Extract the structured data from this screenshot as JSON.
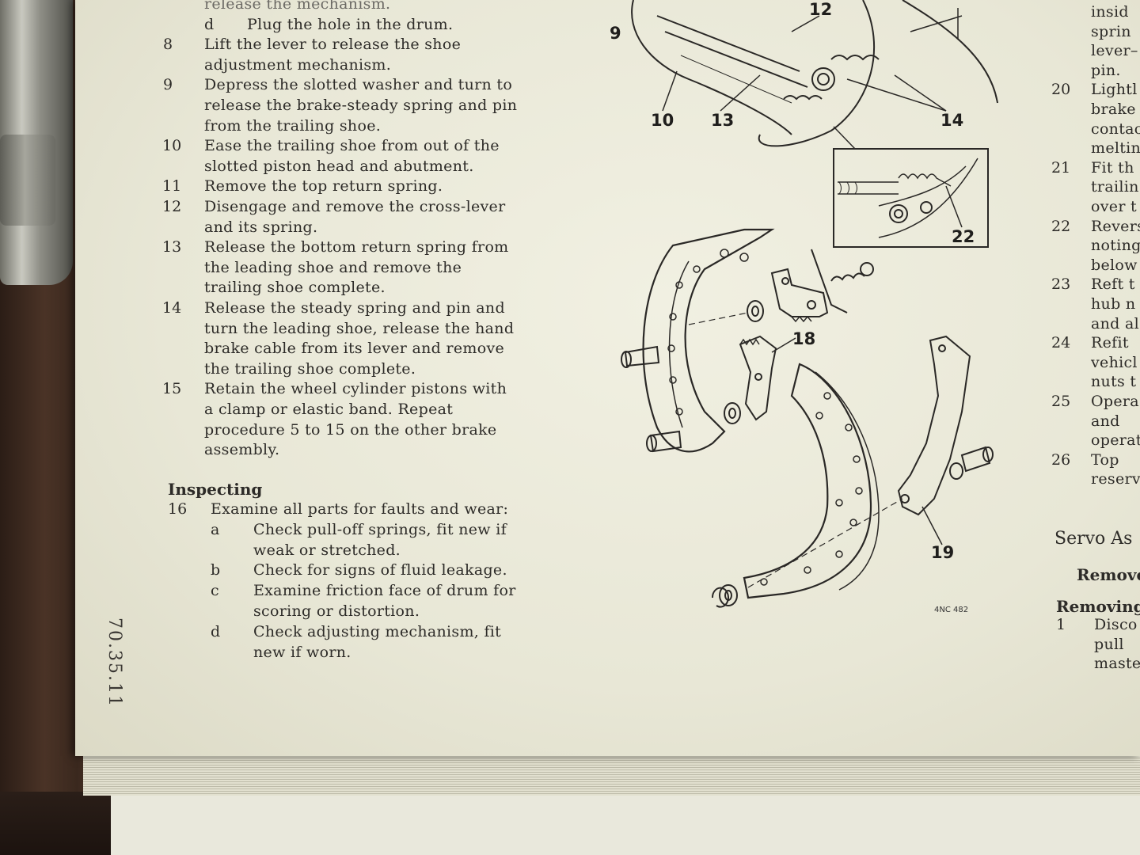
{
  "left_col": {
    "lines": [
      {
        "num": "",
        "text": "release the mechanism.",
        "faded": true
      },
      {
        "num": "d",
        "text": "Plug the hole in the drum.",
        "faded": false
      },
      {
        "num": "8",
        "text": "Lift the lever to release the shoe",
        "faded": false
      },
      {
        "num": "",
        "text": "adjustment mechanism.",
        "faded": false
      },
      {
        "num": "9",
        "text": "Depress the slotted washer and turn to",
        "faded": false
      },
      {
        "num": "",
        "text": "release the brake-steady spring and pin",
        "faded": false
      },
      {
        "num": "",
        "text": "from the trailing shoe.",
        "faded": false
      },
      {
        "num": "10",
        "text": "Ease the trailing shoe from out of the",
        "faded": false
      },
      {
        "num": "",
        "text": "slotted piston head and abutment.",
        "faded": false
      },
      {
        "num": "11",
        "text": "Remove the top return spring.",
        "faded": false
      },
      {
        "num": "12",
        "text": "Disengage and remove the cross-lever",
        "faded": false
      },
      {
        "num": "",
        "text": "and its spring.",
        "faded": false
      },
      {
        "num": "13",
        "text": "Release the bottom return spring from",
        "faded": false
      },
      {
        "num": "",
        "text": "the leading shoe and remove the",
        "faded": false
      },
      {
        "num": "",
        "text": "trailing shoe complete.",
        "faded": false
      },
      {
        "num": "14",
        "text": "Release the steady spring and pin and",
        "faded": false
      },
      {
        "num": "",
        "text": "turn the leading shoe, release the hand",
        "faded": false
      },
      {
        "num": "",
        "text": "brake cable from its lever and remove",
        "faded": false
      },
      {
        "num": "",
        "text": "the trailing shoe complete.",
        "faded": false
      },
      {
        "num": "15",
        "text": "Retain the wheel cylinder pistons with",
        "faded": false
      },
      {
        "num": "",
        "text": "a clamp or elastic band. Repeat",
        "faded": false
      },
      {
        "num": "",
        "text": "procedure 5 to 15 on the other brake",
        "faded": false
      },
      {
        "num": "",
        "text": "assembly.",
        "faded": false
      }
    ],
    "inspecting_heading": "Inspecting",
    "inspect_lines": [
      {
        "num": "16",
        "text": "Examine all parts for faults and wear:"
      },
      {
        "num": "a",
        "text": "Check pull-off springs, fit new if"
      },
      {
        "num": "",
        "text": "weak or stretched."
      },
      {
        "num": "b",
        "text": "Check for signs of fluid leakage."
      },
      {
        "num": "c",
        "text": "Examine friction face of drum for"
      },
      {
        "num": "",
        "text": "scoring or distortion."
      },
      {
        "num": "d",
        "text": "Check adjusting mechanism, fit"
      },
      {
        "num": "",
        "text": "new if worn."
      }
    ]
  },
  "folio": "70.35.11",
  "callouts": {
    "c9": "9",
    "c10": "10",
    "c12": "12",
    "c13": "13",
    "c14": "14",
    "c18": "18",
    "c19": "19",
    "c22": "22"
  },
  "figure_ref": "4NC 482",
  "right_col": {
    "lines": [
      {
        "num": "",
        "text": "insid"
      },
      {
        "num": "",
        "text": "sprin"
      },
      {
        "num": "",
        "text": "lever–"
      },
      {
        "num": "",
        "text": "pin."
      },
      {
        "num": "20",
        "text": "Lightl"
      },
      {
        "num": "",
        "text": "brake"
      },
      {
        "num": "",
        "text": "contac"
      },
      {
        "num": "",
        "text": "meltin"
      },
      {
        "num": "21",
        "text": "Fit th"
      },
      {
        "num": "",
        "text": "trailin"
      },
      {
        "num": "",
        "text": "over t"
      },
      {
        "num": "22",
        "text": "Revers"
      },
      {
        "num": "",
        "text": "noting"
      },
      {
        "num": "",
        "text": "below"
      },
      {
        "num": "23",
        "text": "Reft t"
      },
      {
        "num": "",
        "text": "hub n"
      },
      {
        "num": "",
        "text": "and al"
      },
      {
        "num": "24",
        "text": "Refit"
      },
      {
        "num": "",
        "text": "vehicl"
      },
      {
        "num": "",
        "text": "nuts t"
      },
      {
        "num": "25",
        "text": "Opera"
      },
      {
        "num": "",
        "text": "and"
      },
      {
        "num": "",
        "text": "operat"
      },
      {
        "num": "26",
        "text": "Top"
      },
      {
        "num": "",
        "text": "reserv"
      }
    ],
    "servo_heading": "Servo As",
    "remove_heading": "Remove",
    "removing_heading": "Removing",
    "removing_lines": [
      {
        "num": "1",
        "text": "Disco"
      },
      {
        "num": "",
        "text": "pull"
      },
      {
        "num": "",
        "text": "maste"
      }
    ]
  }
}
